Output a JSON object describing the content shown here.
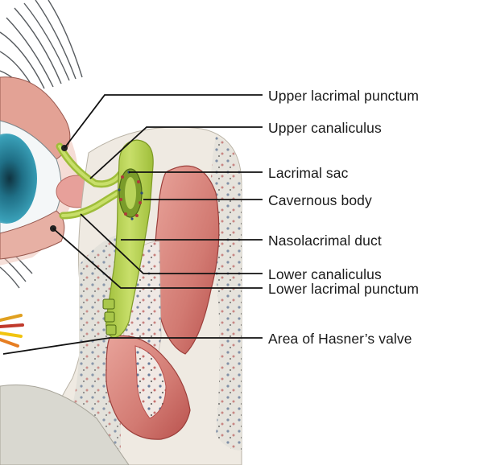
{
  "diagram": {
    "labels": [
      {
        "id": "upper-lacrimal-punctum",
        "text": "Upper lacrimal punctum"
      },
      {
        "id": "upper-canaliculus",
        "text": "Upper canaliculus"
      },
      {
        "id": "lacrimal-sac",
        "text": "Lacrimal sac"
      },
      {
        "id": "cavernous-body",
        "text": "Cavernous body"
      },
      {
        "id": "nasolacrimal-duct",
        "text": "Nasolacrimal duct"
      },
      {
        "id": "lower-canaliculus",
        "text": "Lower canaliculus"
      },
      {
        "id": "lower-lacrimal-punctum",
        "text": "Lower lacrimal punctum"
      },
      {
        "id": "area-of-hasners-valve",
        "text": "Area of Hasner’s valve"
      }
    ],
    "colors": {
      "duct": "#b9d45a",
      "duct_dark": "#8fae2e",
      "mucosa": "#d8827a",
      "mucosa_dark": "#b9514d",
      "bone": "#e3e1da",
      "skin": "#f3d3c6",
      "iris": "#2f8fa8",
      "lines": "#111111"
    }
  }
}
